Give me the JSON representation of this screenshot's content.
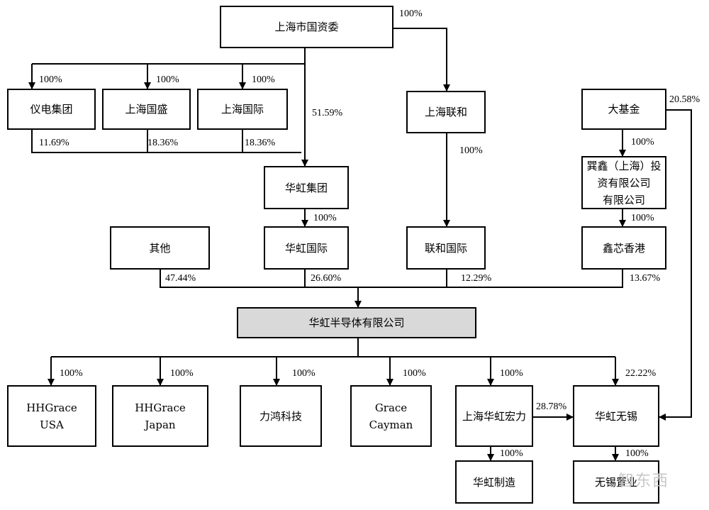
{
  "entities": {
    "sasac": "上海市国资委",
    "yidian": "仪电集团",
    "shanghai_guosheng": "上海国盛",
    "shanghai_guoji": "上海国际",
    "shanghai_lianhe": "上海联和",
    "big_fund": "大基金",
    "xunxin_line1": "巽鑫（上海）投",
    "xunxin_line2": "资有限公司",
    "xunxin_line3": "有限公司",
    "hua_hong_group": "华虹集团",
    "others": "其他",
    "hua_hong_intl": "华虹国际",
    "lianhe_intl": "联和国际",
    "xinxin_hk": "鑫芯香港",
    "hua_hong_semi": "华虹半导体有限公司",
    "hhgrace_usa_line1": "HHGrace",
    "hhgrace_usa_line2": "USA",
    "hhgrace_japan_line1": "HHGrace",
    "hhgrace_japan_line2": "Japan",
    "lihong": "力鸿科技",
    "grace_cayman": "Grace Cayman",
    "hua_hong_honglian": "上海华虹宏力",
    "hua_hong_wuxi": "华虹无锡",
    "hua_hong_zhizao": "华虹制造",
    "wuxi_zhiye": "无锡置业"
  },
  "percentages": {
    "sasac_to_lianhe": "100%",
    "sasac_to_yidian": "100%",
    "sasac_to_guosheng": "100%",
    "sasac_to_guoji": "100%",
    "sasac_to_group": "51.59%",
    "yidian_to_group": "11.69%",
    "guosheng_to_group": "18.36%",
    "guoji_to_group": "18.36%",
    "lianhe_to_intl": "100%",
    "bigfund_to_xunxin": "100%",
    "bigfund_to_wuxi": "20.58%",
    "xunxin_to_hk": "100%",
    "group_to_intl": "100%",
    "others_to_semi": "47.44%",
    "huahongintl_to_semi": "26.60%",
    "lianheintl_to_semi": "12.29%",
    "hk_to_semi": "13.67%",
    "semi_to_usa": "100%",
    "semi_to_japan": "100%",
    "semi_to_lihong": "100%",
    "semi_to_cayman": "100%",
    "semi_to_honglian": "100%",
    "semi_to_wuxi": "22.22%",
    "honglian_to_wuxi": "28.78%",
    "honglian_to_zhizao": "100%",
    "wuxi_to_zhiye": "100%"
  },
  "watermark": "智东西"
}
